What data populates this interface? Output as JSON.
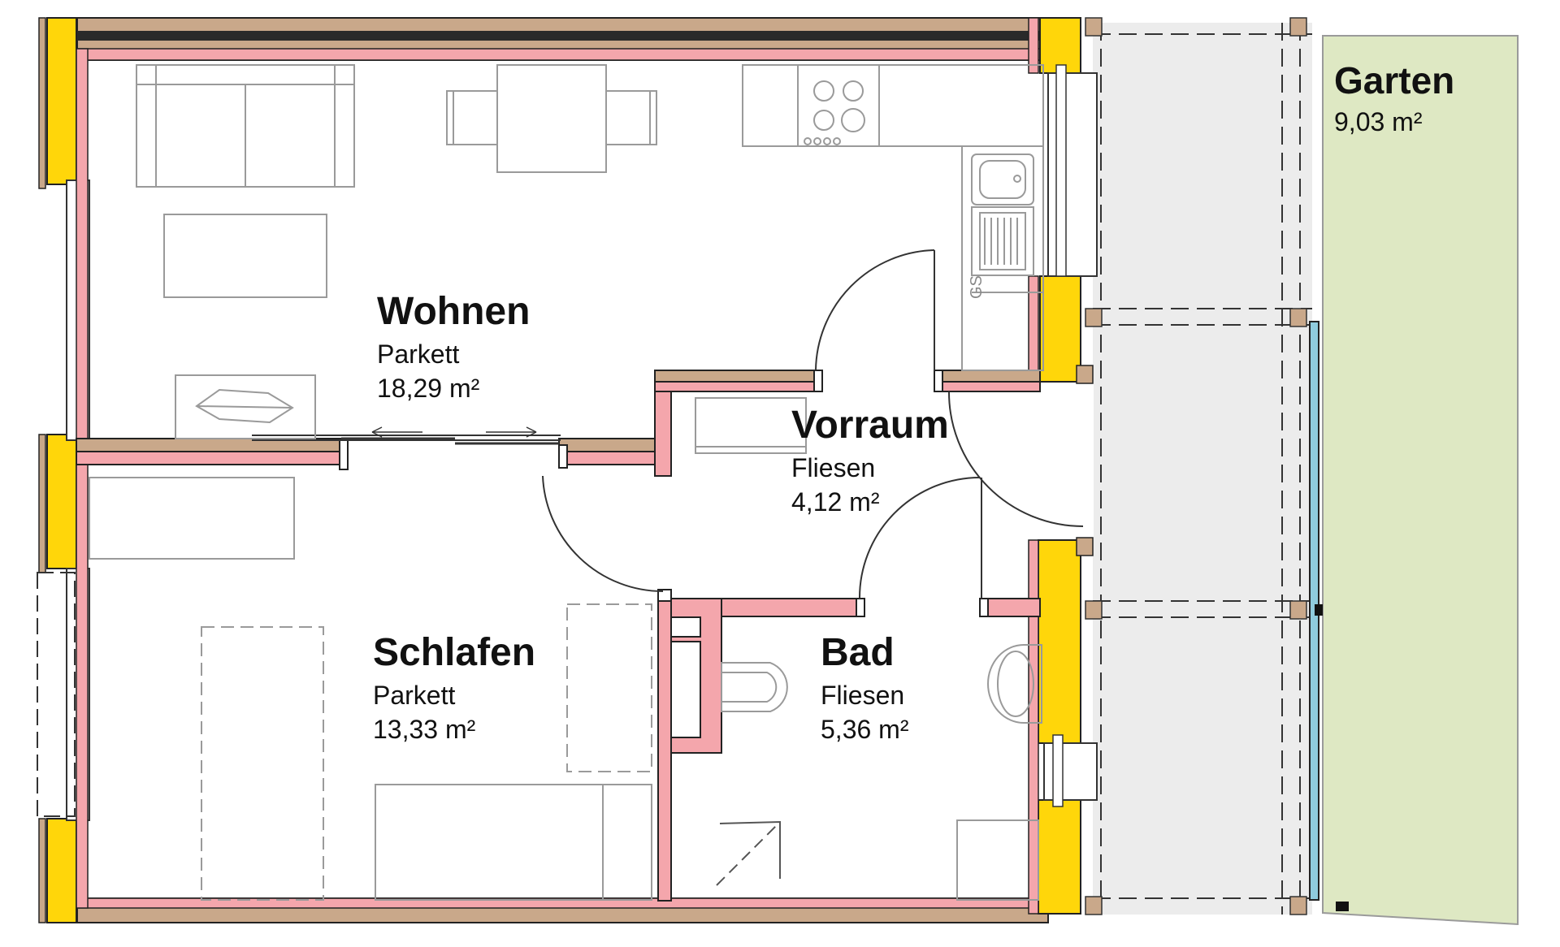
{
  "rooms": {
    "wohnen": {
      "name": "Wohnen",
      "floor": "Parkett",
      "area": "18,29 m²"
    },
    "vorraum": {
      "name": "Vorraum",
      "floor": "Fliesen",
      "area": "4,12 m²"
    },
    "schlafen": {
      "name": "Schlafen",
      "floor": "Parkett",
      "area": "13,33 m²"
    },
    "bad": {
      "name": "Bad",
      "floor": "Fliesen",
      "area": "5,36 m²"
    },
    "garten": {
      "name": "Garten",
      "area": "9,03 m²"
    }
  },
  "fixtures": {
    "gs_label": "GS"
  },
  "colors": {
    "insulation": "#FFD60A",
    "interior_wall": "#F4A6AC",
    "wall_core": "#C9A88A",
    "garden": "#DEE8C3",
    "terrace": "#EDEDED",
    "glass": "#8FCBDD",
    "furniture_line": "#9A9A9A",
    "wall_line": "#222222"
  }
}
